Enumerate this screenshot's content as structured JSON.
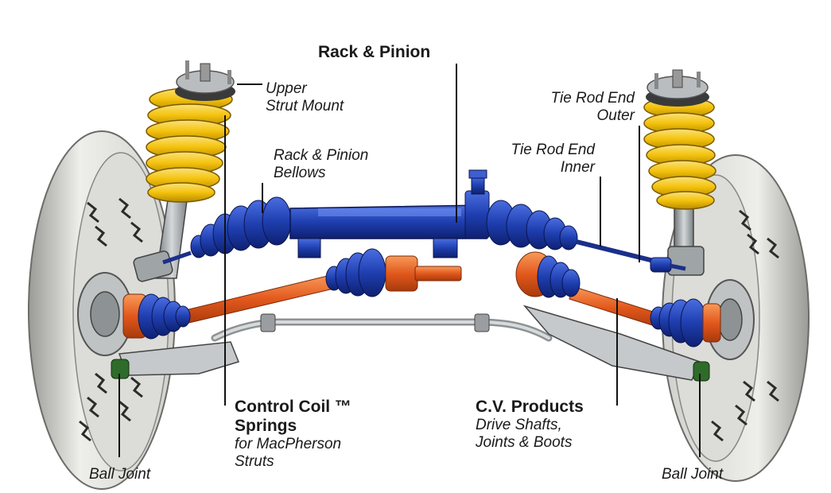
{
  "colors": {
    "tire": "#eeeeea",
    "tire_shadow": "#8c8c88",
    "tread": "#333333",
    "spring": "#f4c20d",
    "strut": "#a8adb0",
    "rack_blue": "#1f3fb0",
    "boot_blue": "#253fa8",
    "axle_orange": "#e2581c",
    "bar_gray": "#b8bcbe",
    "line": "#111111"
  },
  "labels": {
    "rack_pinion": "Rack & Pinion",
    "upper_strut_mount": [
      "Upper",
      "Strut Mount"
    ],
    "rack_pinion_bellows": [
      "Rack & Pinion",
      "Bellows"
    ],
    "tie_rod_end_outer": [
      "Tie Rod End",
      "Outer"
    ],
    "tie_rod_end_inner": [
      "Tie Rod End",
      "Inner"
    ],
    "control_coil": {
      "title": "Control Coil ™",
      "title2": "Springs",
      "sub": [
        "for MacPherson",
        "Struts"
      ]
    },
    "cv_products": {
      "title": "C.V. Products",
      "sub": [
        "Drive Shafts,",
        "Joints & Boots"
      ]
    },
    "ball_joint_left": "Ball Joint",
    "ball_joint_right": "Ball Joint"
  }
}
